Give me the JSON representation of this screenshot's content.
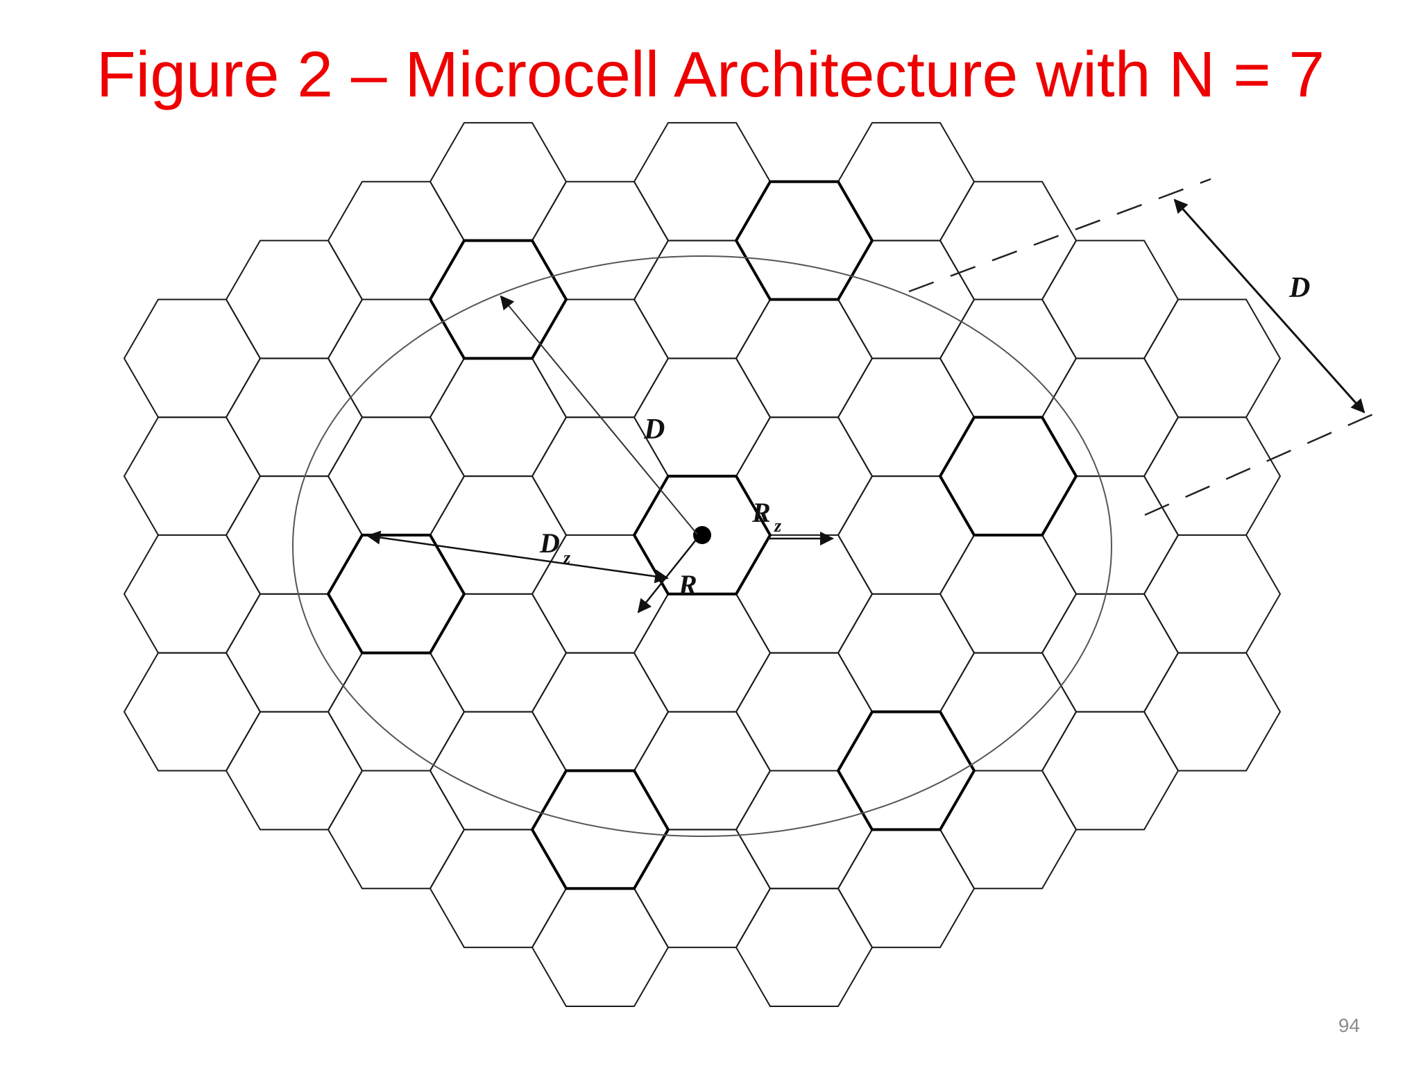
{
  "slide": {
    "title": "Figure 2 – Microcell Architecture with N = 7",
    "page_number": "94"
  },
  "diagram": {
    "labels": {
      "D_center": "D",
      "D_outer": "D",
      "Dz": "D",
      "Dz_sub": "z",
      "Rz": "R",
      "Rz_sub": "z",
      "R": "R"
    },
    "colors": {
      "title": "#ee0000",
      "lines": "#111111",
      "page_number": "#8c8c8c"
    }
  }
}
